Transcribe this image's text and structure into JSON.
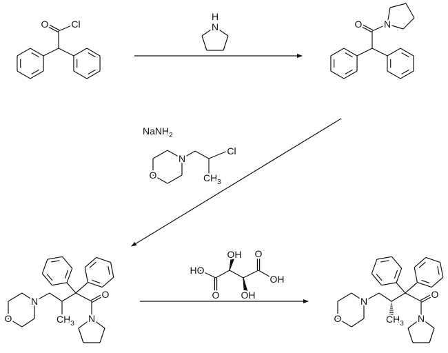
{
  "scheme": {
    "starting_material": {
      "O": "O",
      "Cl": "Cl"
    },
    "step1_reagent": {
      "N": "N",
      "H": "H"
    },
    "intermediate_amide": {
      "O": "O",
      "N": "N"
    },
    "step2_reagents": {
      "base": {
        "text": "NaNH",
        "sub": "2"
      },
      "alkylating_agent": {
        "N": "N",
        "O": "O",
        "Cl": "Cl",
        "methyl": "CH",
        "methyl_sub": "3"
      }
    },
    "racemic_product": {
      "N_morpholine": "N",
      "O_morpholine": "O",
      "O_carbonyl": "O",
      "N_pyrrolidine": "N",
      "methyl": "CH",
      "methyl_sub": "3"
    },
    "step3_reagent": {
      "HO_left": "HO",
      "OH_top": "OH",
      "O_left": "O",
      "OH_bottom": "OH",
      "O_right": "O",
      "OH_right": "OH"
    },
    "resolved_product": {
      "N_morpholine": "N",
      "O_morpholine": "O",
      "O_carbonyl": "O",
      "N_pyrrolidine": "N",
      "methyl": "CH",
      "methyl_sub": "3"
    }
  }
}
